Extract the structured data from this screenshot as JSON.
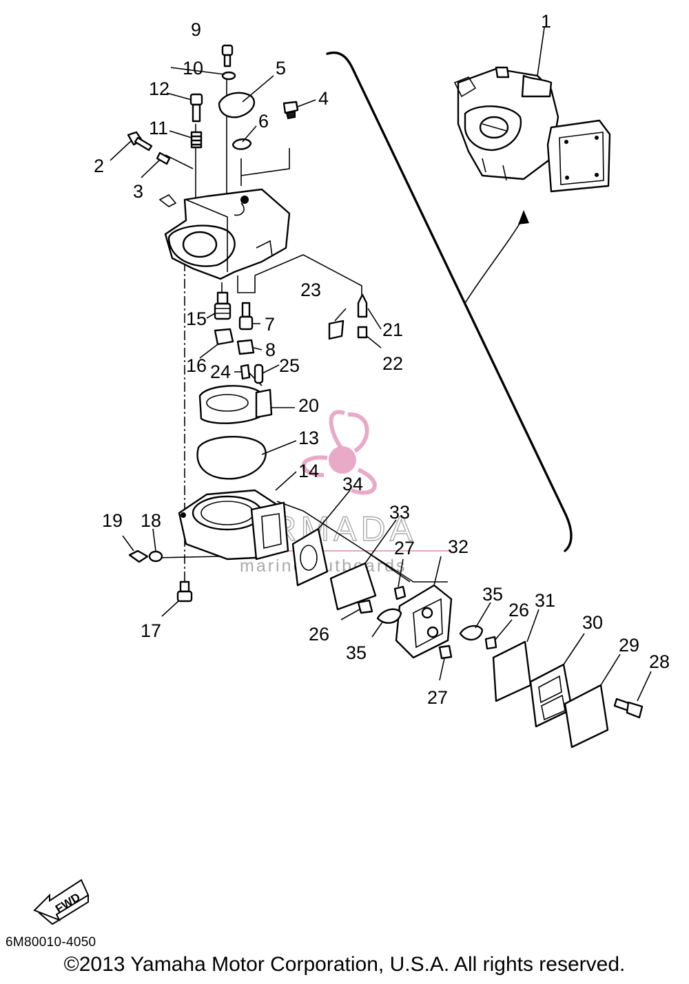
{
  "diagram": {
    "code": "6M80010-4050",
    "copyright": "©2013 Yamaha Motor Corporation, U.S.A. All rights reserved.",
    "direction_label": "FWD",
    "watermark": {
      "title": "ARMADA",
      "subtitle": "marine outboards",
      "logo_color": "#e8a6c6"
    },
    "callouts": {
      "c1": "1",
      "c2": "2",
      "c3": "3",
      "c4": "4",
      "c5": "5",
      "c6": "6",
      "c7": "7",
      "c8": "8",
      "c9": "9",
      "c10": "10",
      "c11": "11",
      "c12": "12",
      "c13": "13",
      "c14": "14",
      "c15": "15",
      "c16": "16",
      "c17": "17",
      "c18": "18",
      "c19": "19",
      "c20": "20",
      "c21": "21",
      "c22": "22",
      "c23": "23",
      "c24": "24",
      "c25": "25",
      "c26a": "26",
      "c26b": "26",
      "c27a": "27",
      "c27b": "27",
      "c28": "28",
      "c29": "29",
      "c30": "30",
      "c31": "31",
      "c32": "32",
      "c33": "33",
      "c34": "34",
      "c35a": "35",
      "c35b": "35"
    }
  }
}
